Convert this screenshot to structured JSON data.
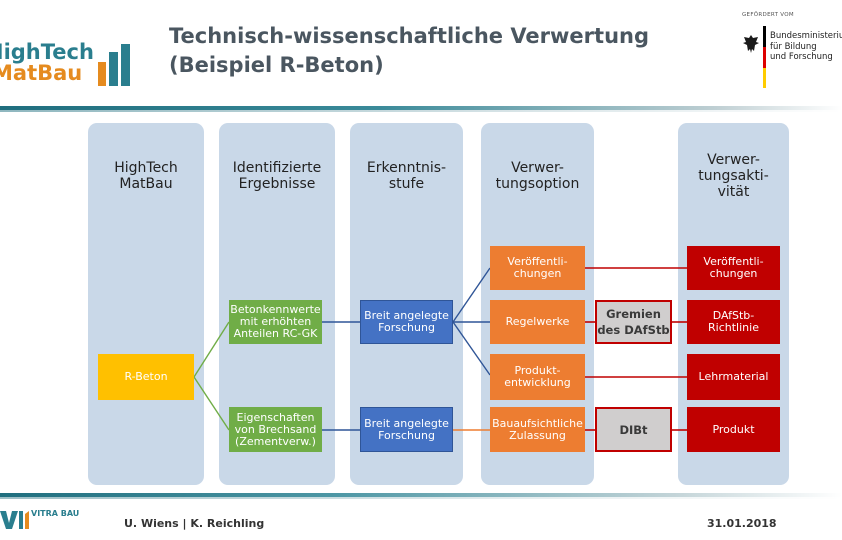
{
  "header": {
    "logo_line1": "HighTech",
    "logo_line2": "MatBau",
    "title_line1": "Technisch-wissenschaftliche Verwertung",
    "title_line2": "(Beispiel R-Beton)",
    "funder_small": "GEFÖRDERT VOM",
    "funder_lines": [
      "Bundesministerium",
      "für Bildung",
      "und Forschung"
    ]
  },
  "columns": [
    {
      "head": [
        "HighTech",
        "MatBau"
      ]
    },
    {
      "head": [
        "Identifizierte",
        "Ergebnisse"
      ]
    },
    {
      "head": [
        "Erkenntnis-",
        "stufe"
      ]
    },
    {
      "head": [
        "Verwer-",
        "tungsoption"
      ]
    },
    {
      "head": [
        "Verwer-",
        "tungsakti-",
        "vität"
      ]
    }
  ],
  "boxes": {
    "rbeton": [
      "R-Beton"
    ],
    "result1": [
      "Betonkennwerte",
      "mit erhöhten",
      "Anteilen RC-GK"
    ],
    "result2": [
      "Eigenschaften",
      "von Brechsand",
      "(Zementverw.)"
    ],
    "stage1": [
      "Breit angelegte",
      "Forschung"
    ],
    "stage2": [
      "Breit angelegte",
      "Forschung"
    ],
    "opt1": [
      "Veröffentli-",
      "chungen"
    ],
    "opt2": [
      "Regelwerke"
    ],
    "opt3": [
      "Produkt-",
      "entwicklung"
    ],
    "opt4": [
      "Bauaufsichtliche",
      "Zulassung"
    ],
    "mid1": [
      "Gremien",
      "des DAfStb"
    ],
    "mid2": [
      "DIBt"
    ],
    "act1": [
      "Veröffentli-",
      "chungen"
    ],
    "act2": [
      "DAfStb-",
      "Richtlinie"
    ],
    "act3": [
      "Lehrmaterial"
    ],
    "act4": [
      "Produkt"
    ]
  },
  "colors": {
    "column_bg": "#c9d8e8",
    "yellow": "#ffc000",
    "green": "#70ad47",
    "blue": "#4472c4",
    "orange": "#ed7d31",
    "red": "#c00000",
    "gray": "#d0cece",
    "title": "#4a5660"
  },
  "footer": {
    "logo_text": "VITRA BAU",
    "authors": "U. Wiens | K. Reichling",
    "date": "31.01.2018"
  }
}
